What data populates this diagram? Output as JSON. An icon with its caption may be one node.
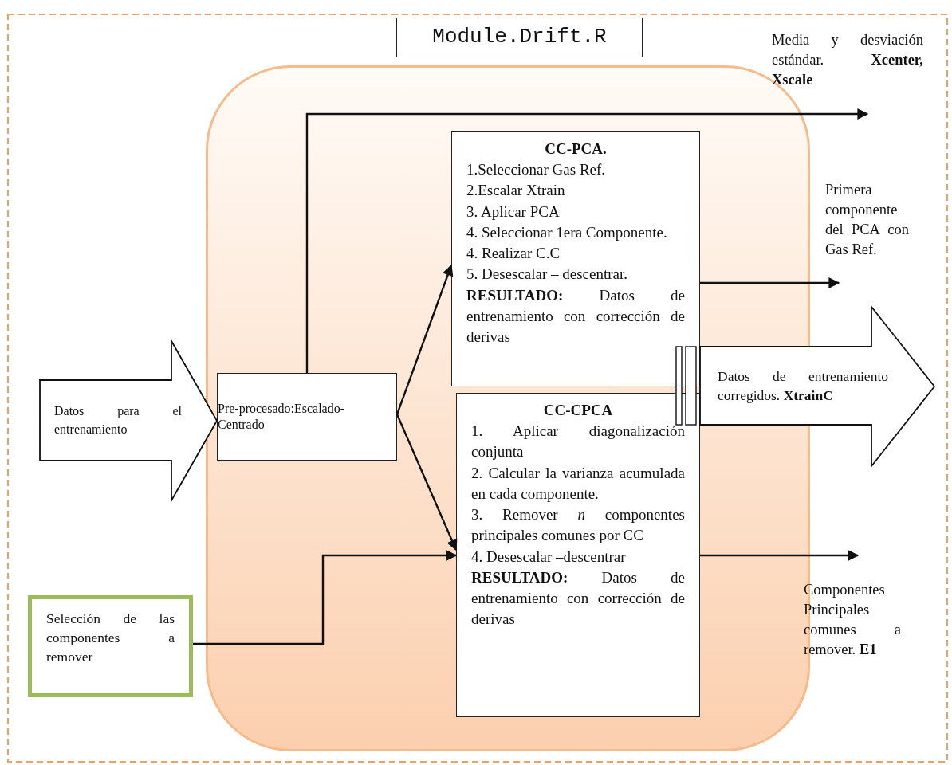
{
  "diagram": {
    "nodes": [
      {
        "text": [
          "Module.Drift.R"
        ]
      },
      {
        "text": [],
        "shape": "box"
      },
      {
        "text": [
          "Datos para el entrenamiento"
        ]
      },
      {
        "text": [
          "Pre-procesado:Escalado-Centrado"
        ],
        "in": 1
      },
      {
        "text": [
          "CC-PCA.",
          "1.Seleccionar Gas Ref.",
          "2.Escalar Xtrain",
          "3. Aplicar PCA",
          "4. Seleccionar 1era Componente.",
          "4. Realizar C.C",
          "5. Desescalar – descentrar.",
          "**RESULTADO:** Datos de entrenamiento con corrección de derivas"
        ],
        "in": 1
      },
      {
        "text": [
          "CC-CPCA",
          "1. Aplicar diagonalización conjunta",
          "2. Calcular la varianza acumulada en cada componente.",
          "3. Remover *n* componentes principales comunes por CC",
          "4. Desescalar –descentrar",
          "**RESULTADO:** Datos de entrenamiento con corrección de derivas"
        ],
        "in": 1
      },
      {
        "text": [
          "Selección de las componentes a remover"
        ]
      },
      {
        "text": [
          "Datos de entrenamiento corregidos. **XtrainC**"
        ]
      }
    ],
    "edges": [
      {
        "from": 3,
        "to": null,
        "arrow": "to"
      },
      {
        "from": 3,
        "to": 4,
        "arrow": "to"
      },
      {
        "from": 3,
        "to": 5,
        "arrow": "to"
      },
      {
        "from": 6,
        "to": 5,
        "arrow": "to"
      },
      {
        "from": 4,
        "to": null,
        "arrow": "to"
      },
      {
        "from": 5,
        "to": null,
        "arrow": "to"
      }
    ],
    "labels": [
      "Media y desviación estándar. **Xcenter, Xscale**",
      "Primera componente del PCA con Gas Ref.",
      "Componentes Principales comunes a remover. **E1**"
    ]
  }
}
